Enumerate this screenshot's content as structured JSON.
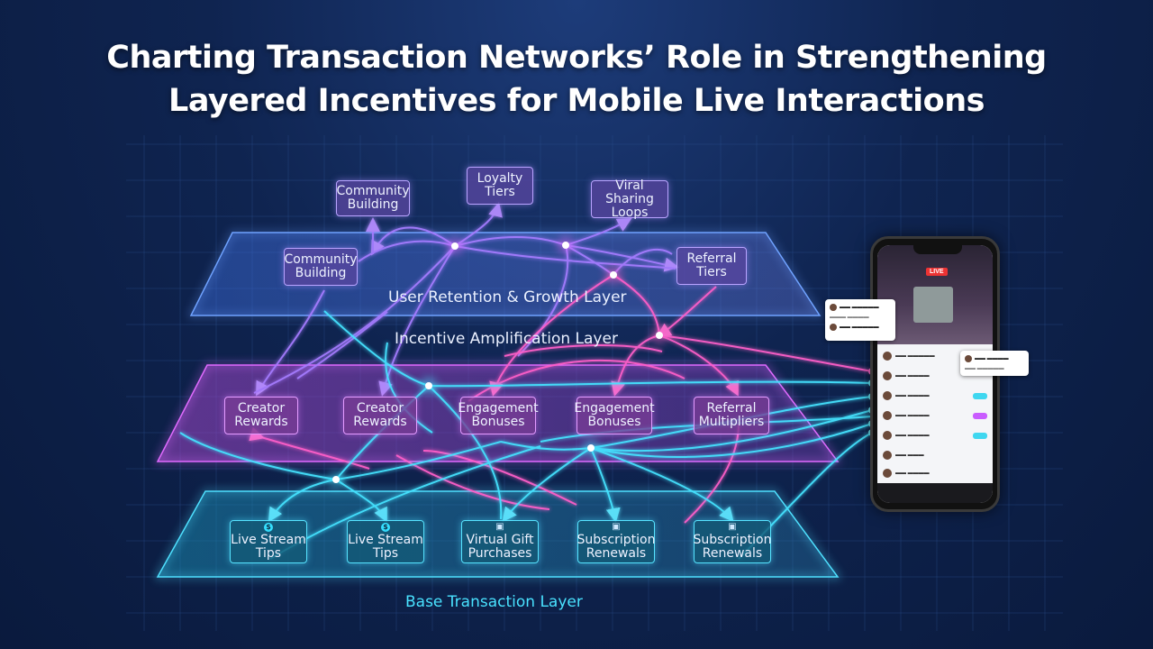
{
  "title": {
    "line1": "Charting Transaction Networks’ Role in Strengthening",
    "line2": "Layered Incentives for Mobile Live Interactions"
  },
  "layers": {
    "top": "User Retention & Growth Layer",
    "middle": "Incentive Amplification Layer",
    "base": "Base Transaction Layer"
  },
  "nodes": {
    "top_1": [
      "Community",
      "Building"
    ],
    "top_2": [
      "Loyalty",
      "Tiers"
    ],
    "top_3": [
      "Viral Sharing",
      "Loops"
    ],
    "top_4": [
      "Community",
      "Building"
    ],
    "top_5": [
      "Referral",
      "Tiers"
    ],
    "mid_1": [
      "Creator",
      "Rewards"
    ],
    "mid_2": [
      "Creator",
      "Rewards"
    ],
    "mid_3": [
      "Engagement",
      "Bonuses"
    ],
    "mid_4": [
      "Engagement",
      "Bonuses"
    ],
    "mid_5": [
      "Referral",
      "Multipliers"
    ],
    "base_1": [
      "Live Stream",
      "Tips"
    ],
    "base_2": [
      "Live Stream",
      "Tips"
    ],
    "base_3": [
      "Virtual Gift",
      "Purchases"
    ],
    "base_4": [
      "Subscription",
      "Renewals"
    ],
    "base_5": [
      "Subscription",
      "Renewals"
    ]
  },
  "phone": {
    "live_label": "LIVE"
  },
  "colors": {
    "top": "#9b7bff",
    "middle": "#e05cff",
    "base": "#33dcff",
    "pink": "#ff5fc9"
  },
  "icons": {
    "base_1": "coin-icon",
    "base_2": "coin-icon",
    "base_3": "gift-icon",
    "base_4": "gift-icon",
    "base_5": "gift-icon"
  }
}
